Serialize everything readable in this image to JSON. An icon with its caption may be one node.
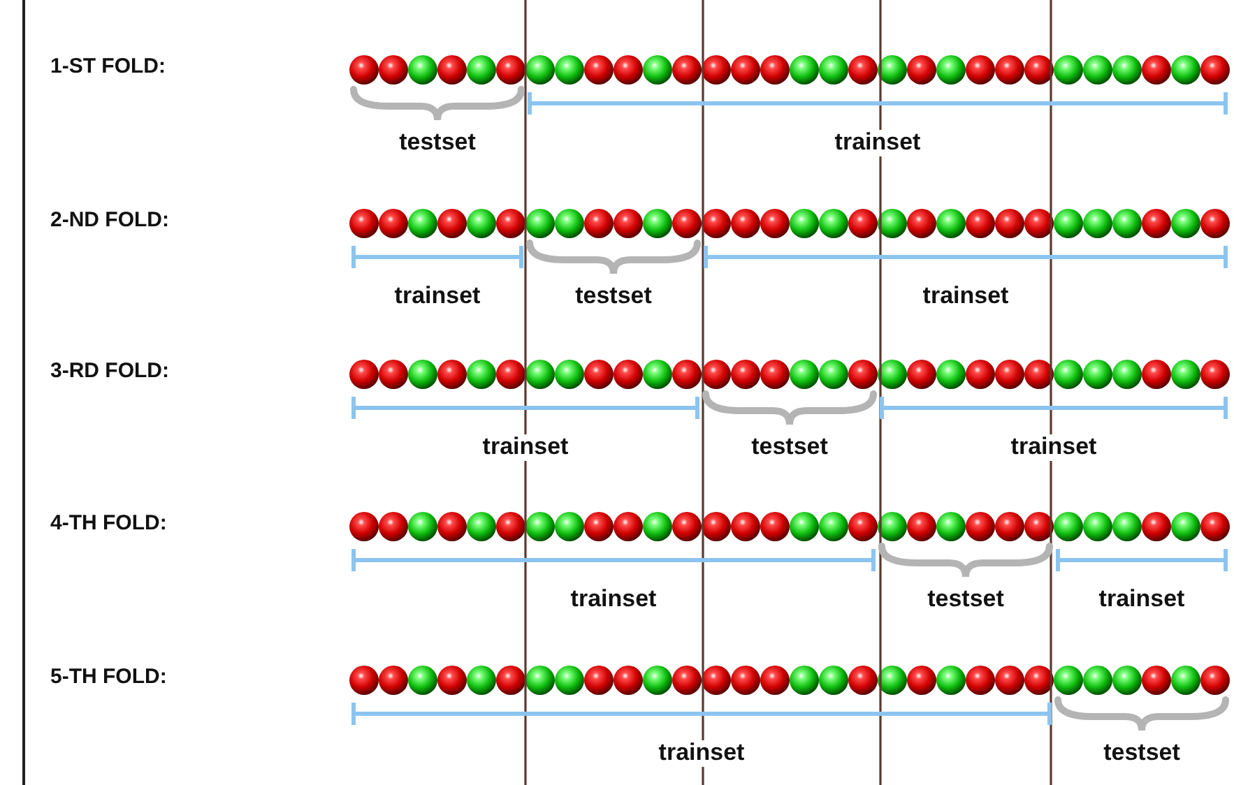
{
  "diagram": {
    "labels": [
      "1-ST FOLD:",
      "testset",
      "trainset",
      "2-ND FOLD:",
      "trainset",
      "testset",
      "trainset",
      "3-RD FOLD:",
      "trainset",
      "testset",
      "trainset",
      "4-TH FOLD:",
      "trainset",
      "testset",
      "trainset",
      "5-TH FOLD:",
      "trainset",
      "testset"
    ]
  }
}
